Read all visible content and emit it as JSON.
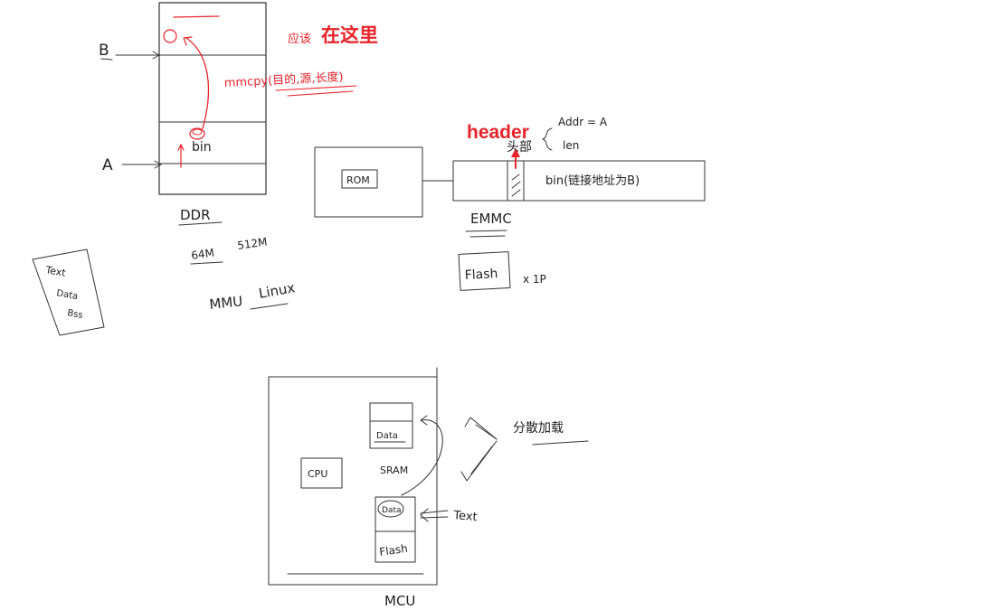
{
  "colors": {
    "ink": "#333333",
    "red": "#e8242b",
    "background": "#ffffff"
  },
  "ddr": {
    "label": "DDR",
    "size_64m": "64M",
    "size_512m": "512M",
    "mmu_label": "MMU",
    "linux_label": "Linux",
    "marker_b": "B",
    "marker_a": "A",
    "bin_label": "bin",
    "memcpy_note": "mmcpy(目的,源,长度)",
    "should_prefix": "应该",
    "here_label": "在这里"
  },
  "sections": {
    "list": [
      "Text",
      "Data",
      "Bss"
    ]
  },
  "emmc": {
    "rom_label": "ROM",
    "emmc_label": "EMMC",
    "flash_label": "Flash",
    "flash_suffix": "x 1P",
    "header_label": "header",
    "header_cn": "头部",
    "addr_line": "Addr = A",
    "len_line": "len",
    "bin_note": "bin(链接地址为B)"
  },
  "mcu": {
    "cpu_label": "CPU",
    "data_label": "Data",
    "sram_label": "SRAM",
    "flash_data_label": "Data",
    "flash_label": "Flash",
    "text_label": "Text",
    "mcu_label": "MCU",
    "scatter_note": "分散加载"
  }
}
